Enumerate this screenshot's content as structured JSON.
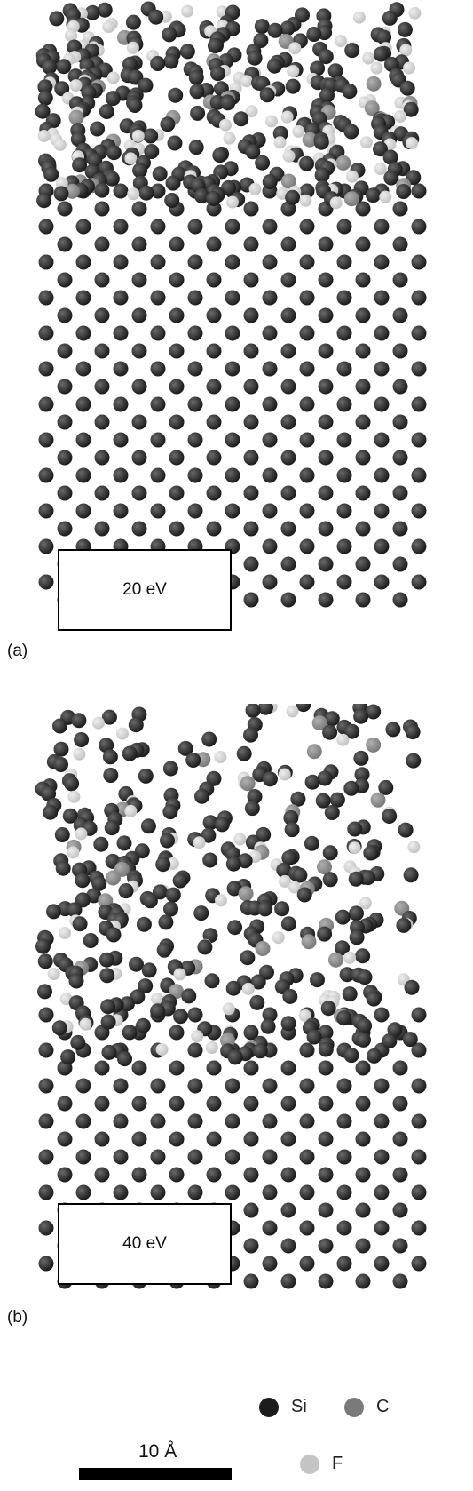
{
  "panels": [
    {
      "id": "a",
      "letter": "(a)",
      "energy": "20 eV"
    },
    {
      "id": "b",
      "letter": "(b)",
      "energy": "40 eV"
    }
  ],
  "legend": [
    {
      "symbol": "Si",
      "color": "#1c1c1c"
    },
    {
      "symbol": "C",
      "color": "#7a7a7a"
    },
    {
      "symbol": "F",
      "color": "#c4c4c4"
    }
  ],
  "scale_bar": {
    "label": "10 Å"
  },
  "colors": {
    "si": "#1c1c1c",
    "c": "#7a7a7a",
    "f": "#c4c4c4"
  }
}
